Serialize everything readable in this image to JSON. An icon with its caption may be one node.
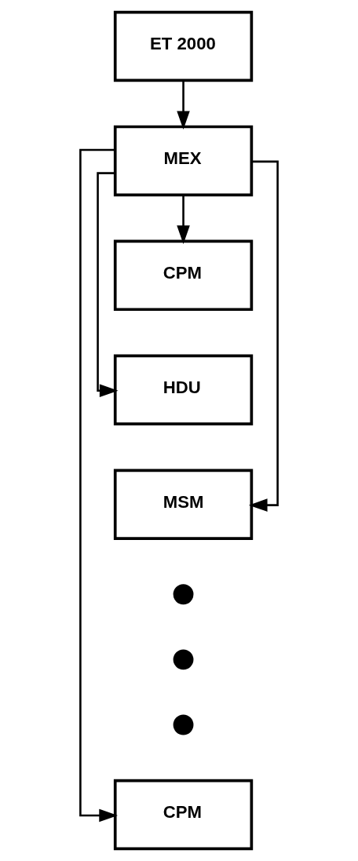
{
  "diagram": {
    "nodes": [
      {
        "text": [
          "ET 2000"
        ]
      },
      {
        "text": [
          "MEX"
        ]
      },
      {
        "text": [
          "CPM"
        ]
      },
      {
        "text": [
          "HDU"
        ]
      },
      {
        "text": [
          "MSM"
        ]
      },
      {
        "text": [],
        "shape": "circle"
      },
      {
        "text": [],
        "shape": "circle"
      },
      {
        "text": [],
        "shape": "circle"
      },
      {
        "text": [
          "CPM"
        ]
      }
    ],
    "edges": [
      {
        "from": 0,
        "to": 1,
        "arrow": "to"
      },
      {
        "from": 1,
        "to": 2,
        "arrow": "to"
      },
      {
        "from": 1,
        "to": 3,
        "arrow": "to"
      },
      {
        "from": 1,
        "to": 4,
        "arrow": "to"
      },
      {
        "from": 1,
        "to": 8,
        "arrow": "to"
      }
    ]
  }
}
